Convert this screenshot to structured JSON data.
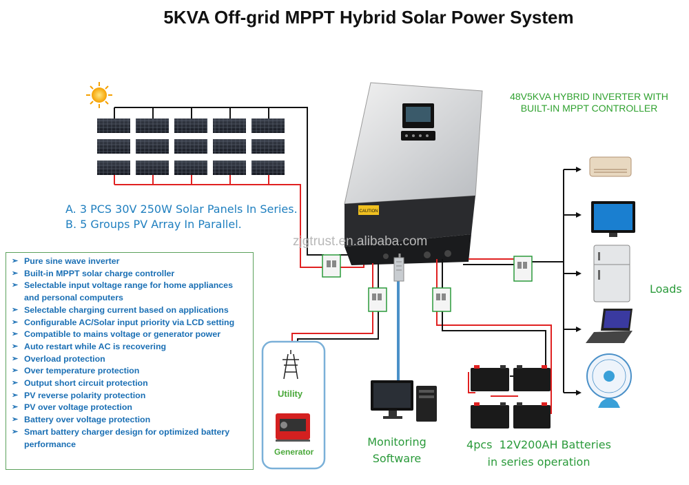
{
  "title": "5KVA Off-grid MPPT Hybrid Solar Power System",
  "inverter": {
    "label_line1": "48V5KVA HYBRID INVERTER WITH",
    "label_line2": "BUILT-IN MPPT CONTROLLER",
    "caution_text": "CAUTION"
  },
  "pv_notes": {
    "line_a": "A. 3 PCS 30V 250W Solar Panels In Series.",
    "line_b": "B. 5 Groups PV Array In Parallel."
  },
  "watermark": "zjgtrust.en.alibaba.com",
  "features": [
    "Pure sine wave inverter",
    "Built-in MPPT solar charge controller",
    "Selectable input voltage range for home appliances and personal computers",
    "Selectable charging current based on applications",
    "Configurable AC/Solar input priority via LCD setting",
    "Compatible to mains voltage or generator power",
    "Auto restart while AC is recovering",
    "Overload protection",
    "Over temperature protection",
    "Output short circuit protection",
    "PV reverse polarity protection",
    "PV over voltage protection",
    "Battery over voltage protection",
    "Smart battery charger design for optimized battery performance"
  ],
  "sources": {
    "utility": "Utility",
    "generator": "Generator"
  },
  "monitoring": {
    "line1": "Monitoring",
    "line2": "Software"
  },
  "batteries": {
    "line1": "4pcs  12V200AH Batteries",
    "line2": "in series operation"
  },
  "loads_label": "Loads",
  "icons": [
    "sun-icon",
    "solar-panel-icon",
    "transmission-tower-icon",
    "generator-icon",
    "computer-icon",
    "battery-icon",
    "air-conditioner-icon",
    "tv-icon",
    "refrigerator-icon",
    "laptop-icon",
    "fan-icon",
    "breaker-icon"
  ],
  "colors": {
    "positive_wire": "#e02020",
    "negative_wire": "#111111",
    "comm_cable": "#4a90c8",
    "accent_green": "#2a9a3a",
    "accent_blue": "#1a6fb4"
  }
}
